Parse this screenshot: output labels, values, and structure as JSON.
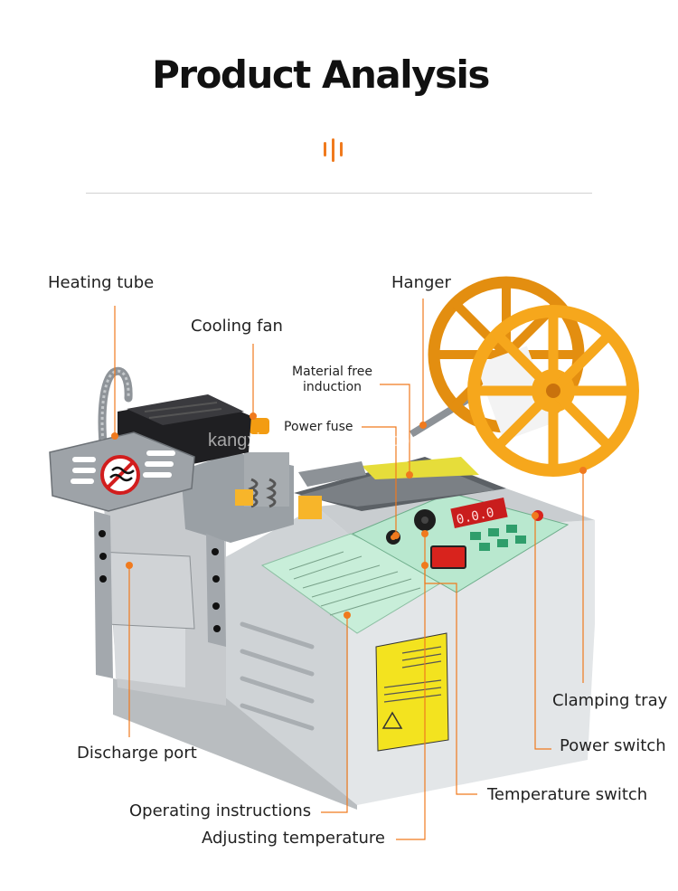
{
  "header": {
    "title": "Product Analysis"
  },
  "watermark": "kangxinkeji.en.alibaba.com",
  "panel_display": "0.0.0",
  "callouts": {
    "heating_tube": "Heating tube",
    "cooling_fan": "Cooling fan",
    "hanger": "Hanger",
    "material_free_induction": [
      "Material free",
      "induction"
    ],
    "power_fuse": "Power fuse",
    "clamping_tray": "Clamping tray",
    "power_switch": "Power switch",
    "temperature_switch": "Temperature switch",
    "discharge_port": "Discharge port",
    "operating_instructions": "Operating instructions",
    "adjusting_temperature": "Adjusting temperature"
  },
  "colors": {
    "accent": "#F07A1E",
    "reel": "#F6A71C",
    "machine": "#DCDFE1"
  }
}
